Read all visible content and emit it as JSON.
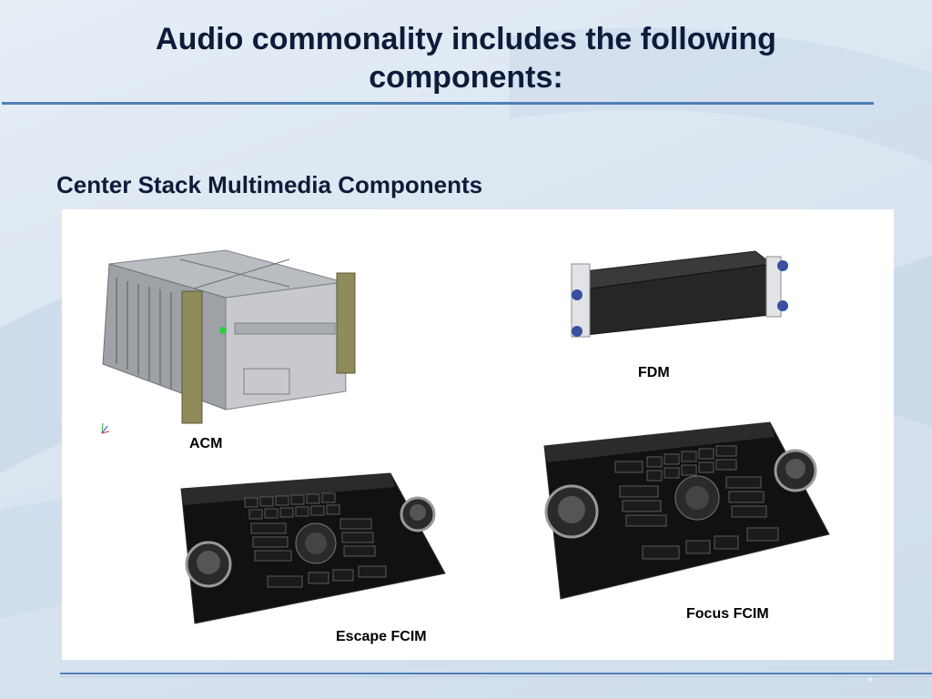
{
  "slide": {
    "title_line1": "Audio commonality includes the following",
    "title_line2": "components:",
    "subtitle": "Center Stack Multimedia Components",
    "page_marker": "*"
  },
  "components": {
    "acm": {
      "caption": "ACM"
    },
    "fdm": {
      "caption": "FDM"
    },
    "escape": {
      "caption": "Escape FCIM"
    },
    "focus": {
      "caption": "Focus FCIM"
    }
  },
  "colors": {
    "title_text": "#0f1b3a",
    "rule": "#4f7fb7",
    "panel_bg": "#ffffff"
  }
}
